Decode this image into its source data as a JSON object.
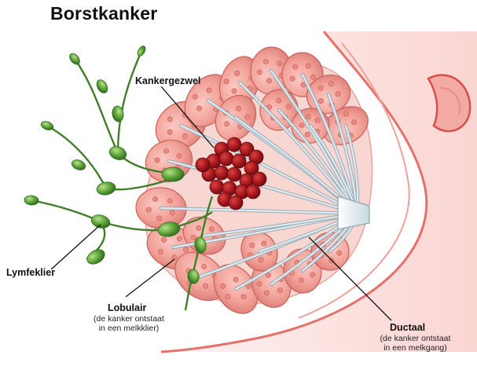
{
  "title": "Borstkanker",
  "labels": {
    "tumor": "Kankergezwel",
    "lymph": "Lymfeklier",
    "lobular": {
      "name": "Lobulair",
      "sub1": "(de kanker ontstaat",
      "sub2": "in een melkklier)"
    },
    "ductal": {
      "name": "Ductaal",
      "sub1": "(de kanker ontstaat",
      "sub2": "in een melkgang)"
    }
  },
  "colors": {
    "skin": "#f4a9a6",
    "skin_dark": "#d9534f",
    "lobule": "#f2a29b",
    "lobule_dark": "#c9605a",
    "duct": "#dfe9ee",
    "tumor": "#9b1c22",
    "lymph_node": "#5fa53a",
    "lymph_vessel": "#3f7f2a"
  }
}
